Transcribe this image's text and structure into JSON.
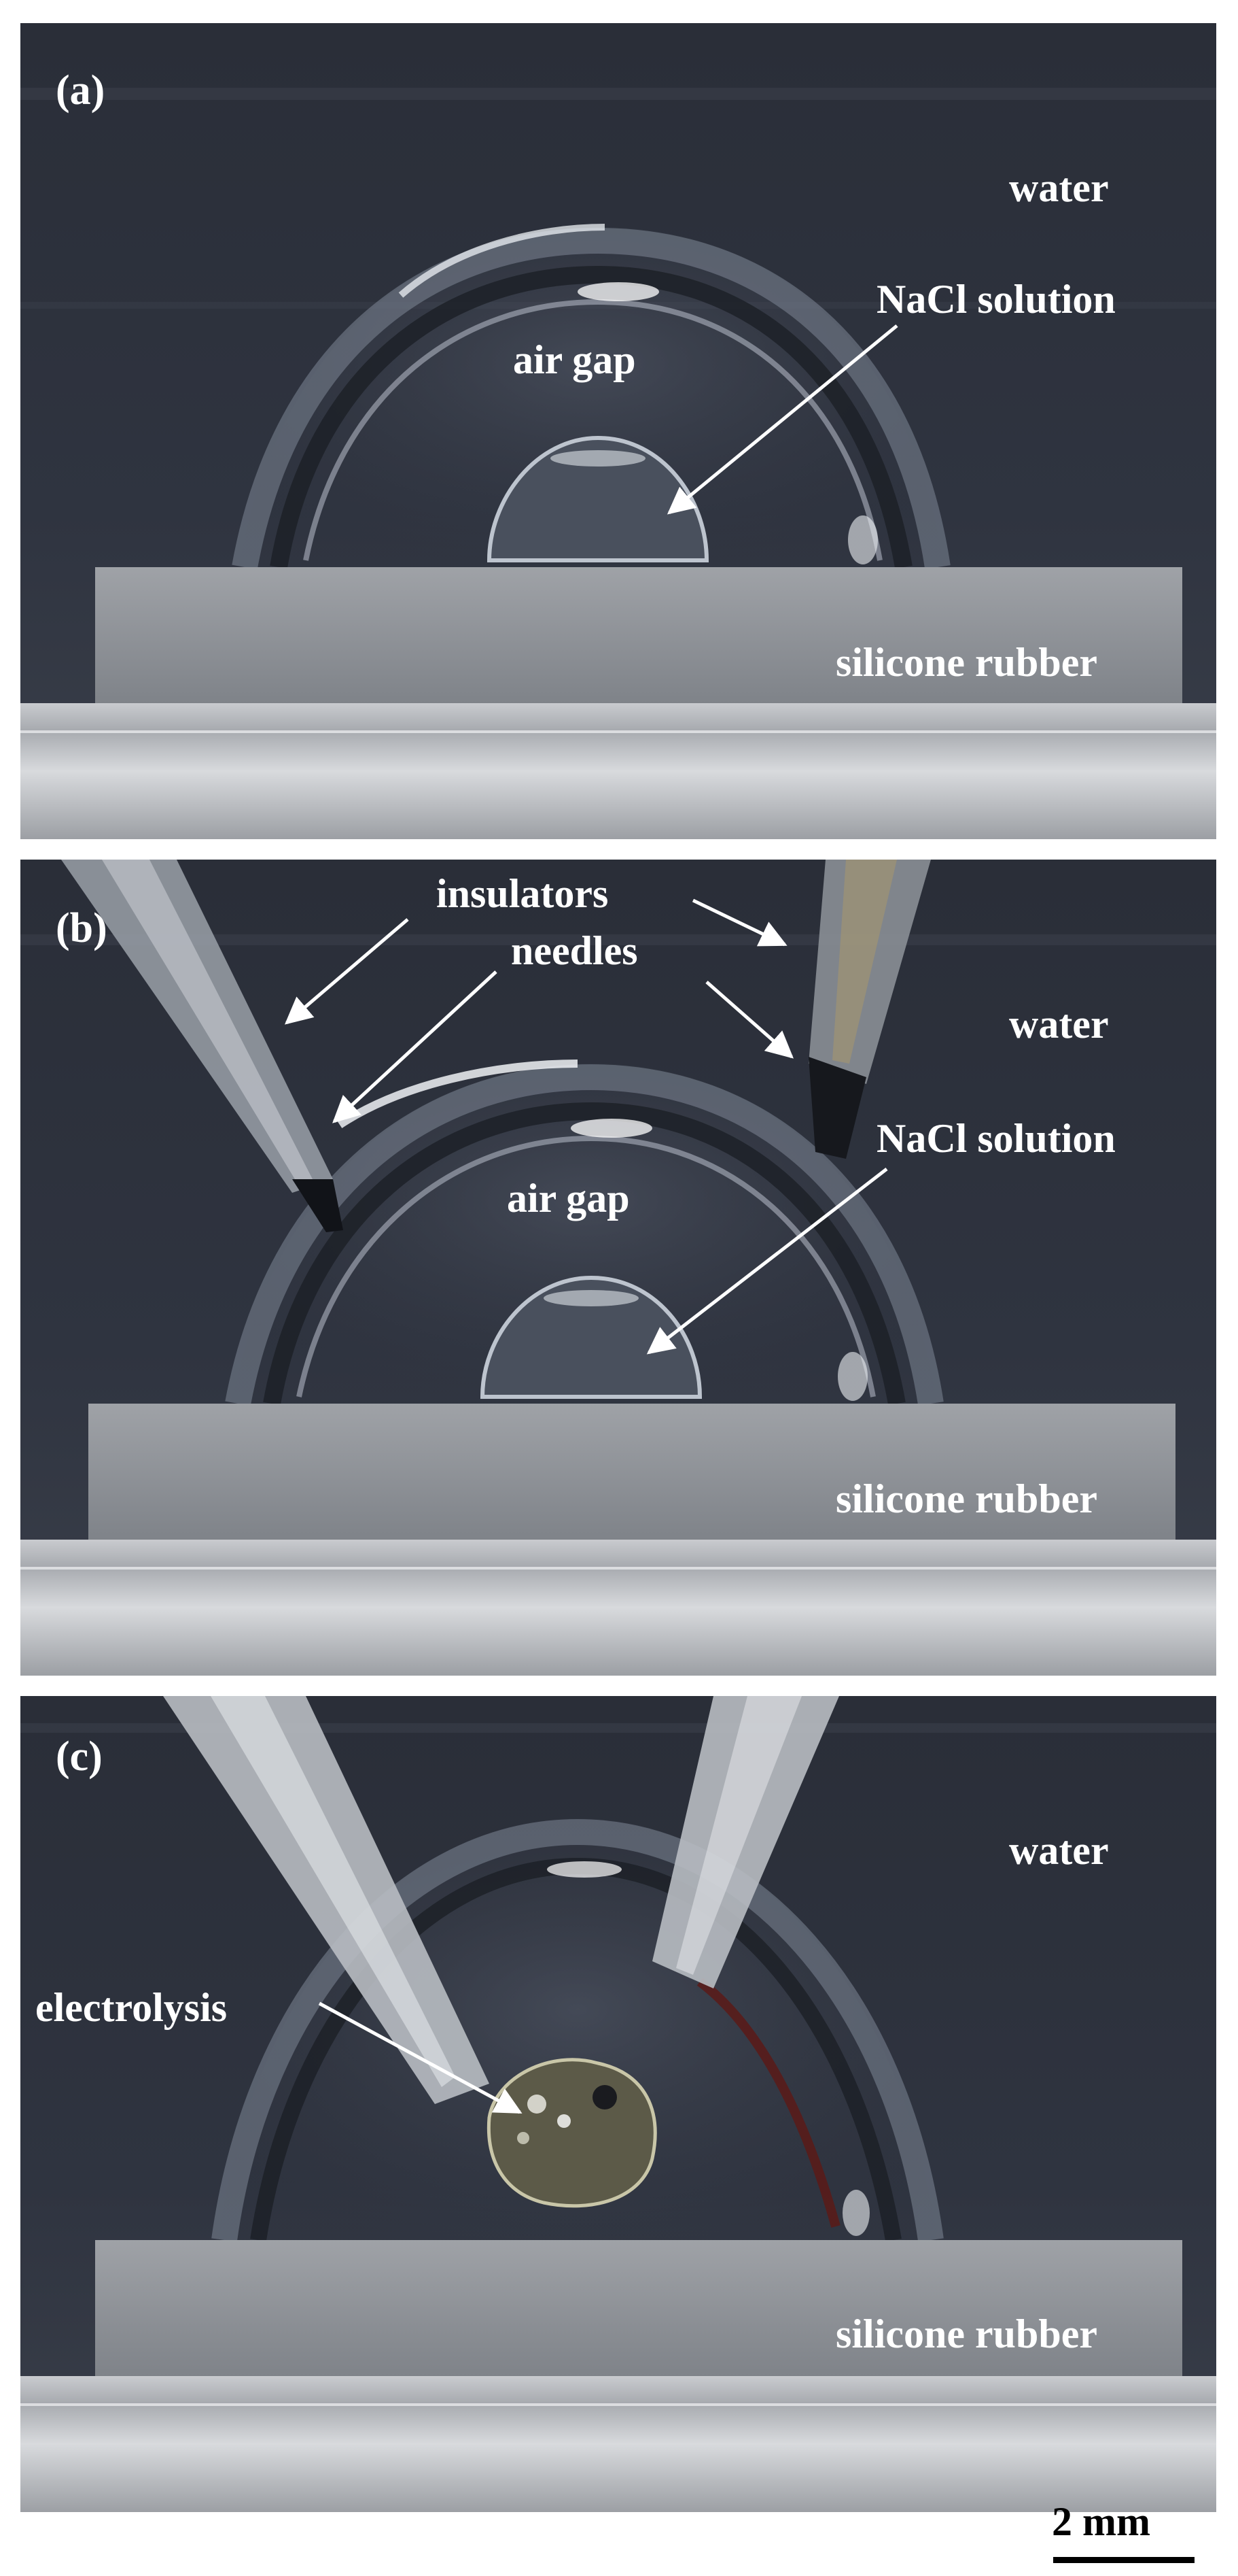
{
  "panels": [
    {
      "letter": "(a)",
      "water": "water",
      "air_gap": "air gap",
      "nacl": "NaCl solution",
      "silicone": "silicone rubber"
    },
    {
      "letter": "(b)",
      "insulators": "insulators",
      "needles": "needles",
      "water": "water",
      "air_gap": "air gap",
      "nacl": "NaCl solution",
      "silicone": "silicone rubber"
    },
    {
      "letter": "(c)",
      "water": "water",
      "electrolysis": "electrolysis",
      "silicone": "silicone rubber"
    }
  ],
  "scalebar": {
    "label": "2 mm"
  },
  "colors": {
    "background": "#2b2f3a",
    "label_text": "#ffffff",
    "substrate": "#8a8d93",
    "scalebar": "#000000"
  }
}
